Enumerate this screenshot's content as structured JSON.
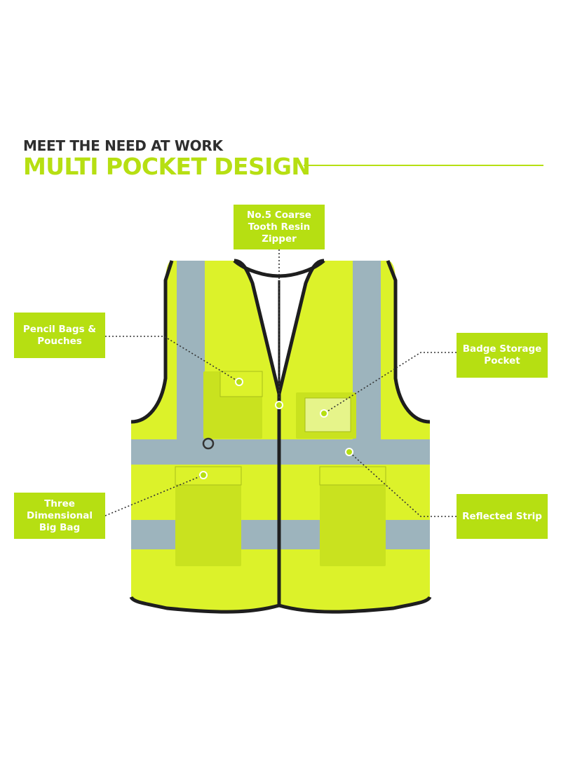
{
  "heading": {
    "top_line": "MEET THE NEED AT WORK",
    "main_line": "MULTI POCKET DESIGN"
  },
  "callouts": {
    "zipper": "No.5 Coarse\nTooth Resin\nZipper",
    "pencil": "Pencil Bags &\nPouches",
    "badge": "Badge Storage\nPocket",
    "three": "Three\nDimensional\nBig Bag",
    "strip": "Reflected Strip"
  },
  "colors": {
    "accent": "#b6df12",
    "vest": "#dcf22a",
    "vest_shade": "#c9e21f",
    "reflective": "#9db4bd",
    "trim": "#1e1e1e",
    "heading_dark": "#2e2e2e",
    "callout_text": "#ffffff",
    "badge_window": "#e6f48a"
  }
}
